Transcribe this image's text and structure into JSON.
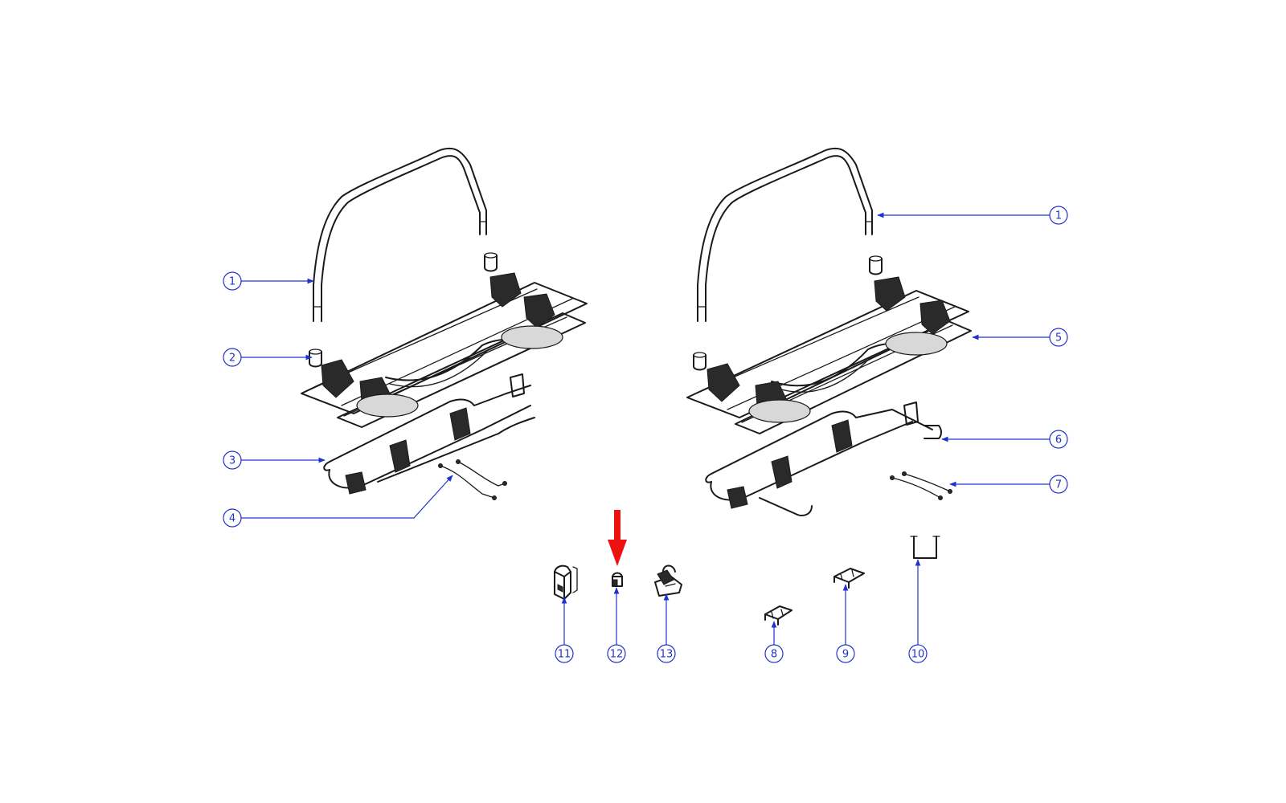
{
  "colors": {
    "leader": "#2233cc",
    "highlight_arrow": "#ee1111",
    "line_art": "#1a1a1a"
  },
  "callouts": {
    "left_1": "1",
    "left_2": "2",
    "left_3": "3",
    "left_4": "4",
    "right_1": "1",
    "right_5": "5",
    "right_6": "6",
    "right_7": "7",
    "small_11": "11",
    "small_12": "12",
    "small_13": "13",
    "small_8": "8",
    "small_9": "9",
    "small_10": "10"
  },
  "highlight": {
    "target": "12",
    "icon": "down-arrow-icon"
  }
}
